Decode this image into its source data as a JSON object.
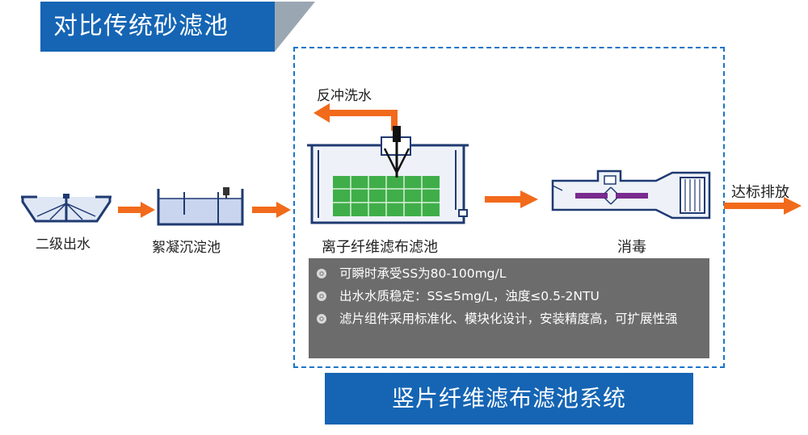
{
  "banner_top": {
    "title": "对比传统砂滤池"
  },
  "banner_bottom": {
    "title": "竖片纤维滤布滤池系统"
  },
  "stages": {
    "secondary_effluent": "二级出水",
    "flocculation": "絮凝沉淀池",
    "filter": "离子纤维滤布滤池",
    "disinfection": "消毒",
    "backwash": "反冲洗水",
    "discharge": "达标排放"
  },
  "features": [
    "可瞬时承受SS为80-100mg/L",
    "出水水质稳定：SS≤5mg/L，浊度≤0.5-2NTU",
    "滤片组件采用标准化、模块化设计，安装精度高，可扩展性强"
  ],
  "colors": {
    "banner": "#1565b4",
    "arrow": "#f26a1b",
    "dashed_border": "#1c74c8",
    "filter_green": "#3fae49",
    "uv_purple": "#7a2b8f",
    "feature_bg": "#6c6c6c"
  }
}
